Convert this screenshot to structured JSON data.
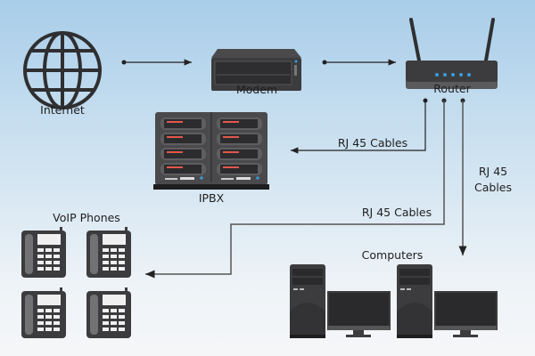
{
  "nodes": {
    "internet": "Internet",
    "modem": "Modem",
    "router": "Router",
    "ipbx": "IPBX",
    "voip_phones": "VoIP Phones",
    "computers": "Computers"
  },
  "links": {
    "router_to_ipbx": "RJ 45 Cables",
    "router_to_phones": "RJ 45 Cables",
    "router_to_computers_line1": "RJ 45",
    "router_to_computers_line2": "Cables"
  },
  "colors": {
    "device": "#3c3c3e",
    "router_led": "#3a9ad9",
    "ipbx_slot": "#e2574c",
    "background_top": "#a8cde9",
    "background_bottom": "#f5f6f8"
  }
}
